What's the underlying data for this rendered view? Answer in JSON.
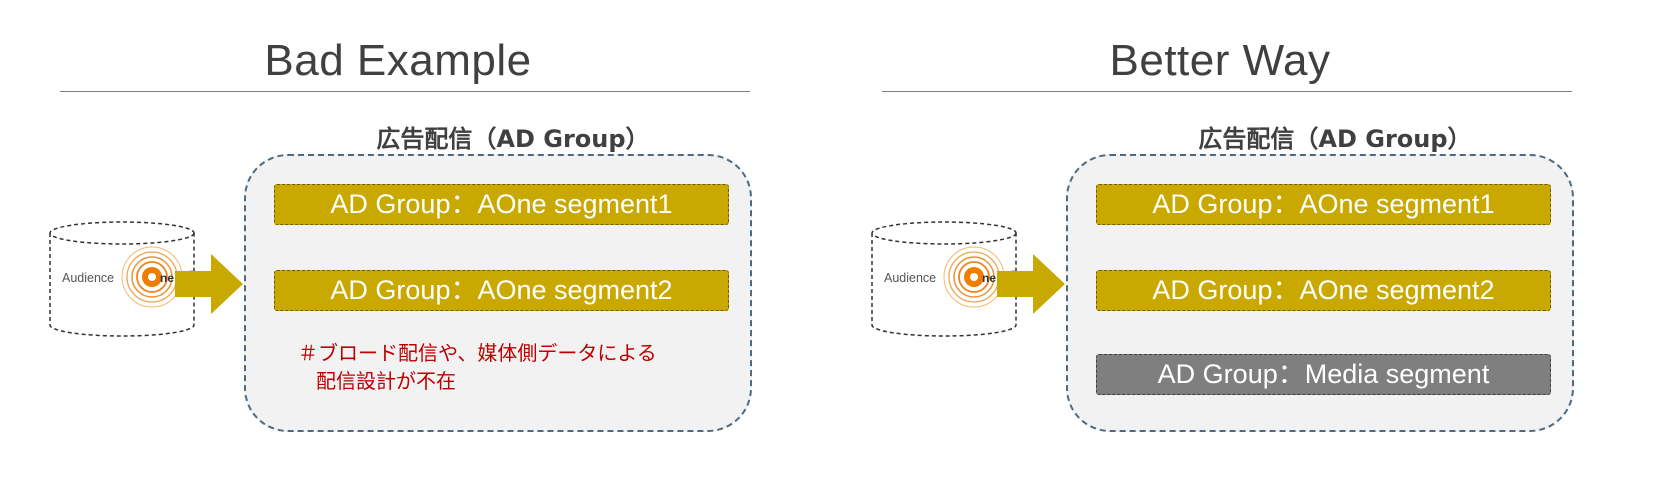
{
  "panels": [
    {
      "title": "Bad Example",
      "group_caption": "広告配信（AD Group）",
      "source_logo": {
        "text": "Audience One",
        "icon": "audience-one-logo"
      },
      "ad_groups": [
        {
          "label": "AD Group：AOne segment1",
          "color": "#c9a800"
        },
        {
          "label": "AD Group：AOne segment2",
          "color": "#c9a800"
        }
      ],
      "note": {
        "line1": "＃ブロード配信や、媒体側データによる",
        "line2": "配信設計が不在",
        "color": "#c00000"
      }
    },
    {
      "title": "Better Way",
      "group_caption": "広告配信（AD Group）",
      "source_logo": {
        "text": "Audience One",
        "icon": "audience-one-logo"
      },
      "ad_groups": [
        {
          "label": "AD Group：AOne segment1",
          "color": "#c9a800"
        },
        {
          "label": "AD Group：AOne segment2",
          "color": "#c9a800"
        },
        {
          "label": "AD Group：Media segment",
          "color": "#7f7f7f"
        }
      ]
    }
  ],
  "colors": {
    "accent_gold": "#c9a800",
    "media_grey": "#7f7f7f",
    "box_border": "#4f6a80",
    "note_red": "#c00000"
  }
}
